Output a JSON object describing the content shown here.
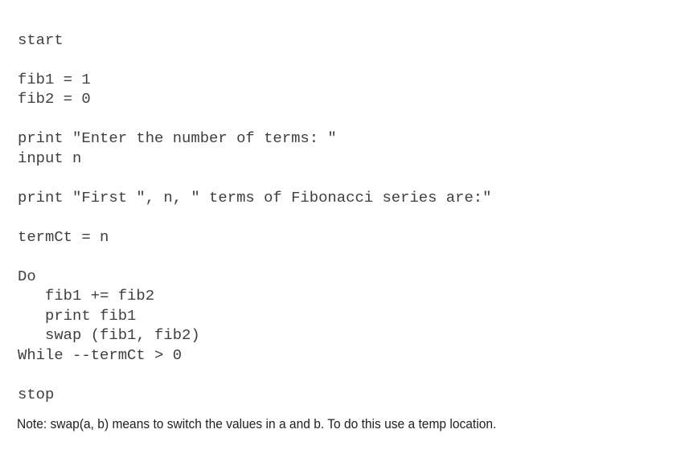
{
  "document": {
    "type": "pseudocode-listing",
    "background_color": "#ffffff",
    "code_color": "#3f3f3f",
    "note_color": "#1f1f1f",
    "pseudocode_lines": [
      "start",
      "",
      "fib1 = 1",
      "fib2 = 0",
      "",
      "print \"Enter the number of terms: \"",
      "input n",
      "",
      "print \"First \", n, \" terms of Fibonacci series are:\"",
      "",
      "termCt = n",
      "",
      "Do",
      "   fib1 += fib2",
      "   print fib1",
      "   swap (fib1, fib2)",
      "While --termCt > 0",
      "",
      "stop"
    ],
    "note": "Note: swap(a, b) means to switch the values in a and b. To do this use a temp location."
  }
}
